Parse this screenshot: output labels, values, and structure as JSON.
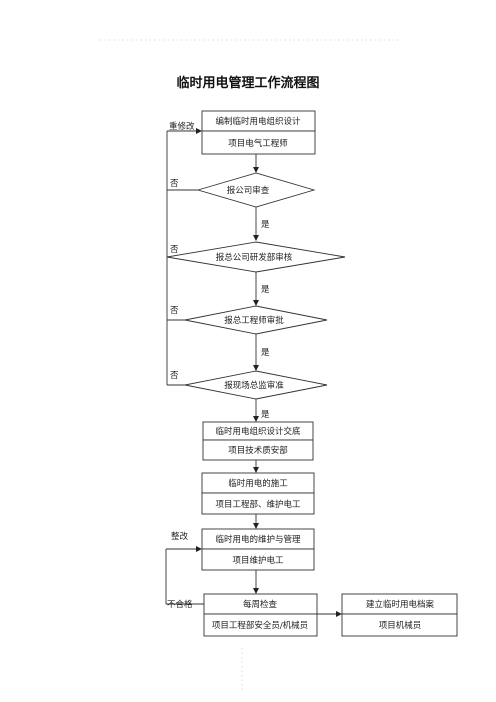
{
  "title": "临时用电管理工作流程图",
  "steps": {
    "compile": {
      "label": "编制临时用电组织设计",
      "role": "项目电气工程师"
    },
    "disclose": {
      "label": "临时用电组织设计交底",
      "role": "项目技术质安部"
    },
    "construct": {
      "label": "临时用电的施工",
      "role": "项目工程部、维护电工"
    },
    "maintain": {
      "label": "临时用电的维护与管理",
      "role": "项目维护电工"
    },
    "inspect": {
      "label": "每周检查",
      "role": "项目工程部安全员/机械员"
    },
    "archive": {
      "label": "建立临时用电档案",
      "role": "项目机械员"
    }
  },
  "decisions": {
    "company_review": "报公司审查",
    "rd_review": "报总公司研发部审核",
    "chief_engineer": "报总工程师审批",
    "site_director": "报现场总监审准"
  },
  "edge_labels": {
    "yes": "是",
    "no": "否",
    "redo": "重修改",
    "rectify": "整改",
    "fail": "不合格"
  }
}
